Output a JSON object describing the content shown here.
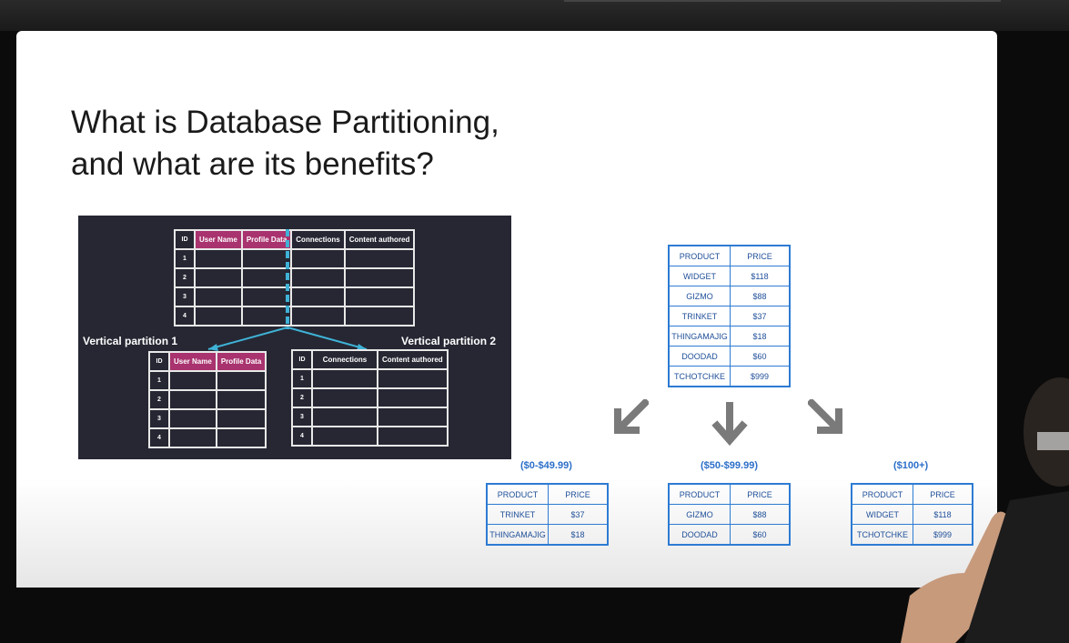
{
  "slide": {
    "title_line1": "What is Database Partitioning,",
    "title_line2": "and what are its benefits?"
  },
  "vertical_partition": {
    "source_headers": [
      "ID",
      "User Name",
      "Profile Data",
      "Connections",
      "Content authored"
    ],
    "source_ids": [
      "1",
      "2",
      "3",
      "4"
    ],
    "partition1_label": "Vertical partition 1",
    "partition2_label": "Vertical partition 2",
    "partition1_headers": [
      "ID",
      "User Name",
      "Profile Data"
    ],
    "partition2_headers": [
      "ID",
      "Connections",
      "Content authored"
    ],
    "ids": [
      "1",
      "2",
      "3",
      "4"
    ]
  },
  "price_table": {
    "headers": [
      "PRODUCT",
      "PRICE"
    ],
    "rows": [
      [
        "WIDGET",
        "$118"
      ],
      [
        "GIZMO",
        "$88"
      ],
      [
        "TRINKET",
        "$37"
      ],
      [
        "THINGAMAJIG",
        "$18"
      ],
      [
        "DOODAD",
        "$60"
      ],
      [
        "TCHOTCHKE",
        "$999"
      ]
    ]
  },
  "partitions": [
    {
      "range": "($0-$49.99)",
      "rows": [
        [
          "TRINKET",
          "$37"
        ],
        [
          "THINGAMAJIG",
          "$18"
        ]
      ]
    },
    {
      "range": "($50-$99.99)",
      "rows": [
        [
          "GIZMO",
          "$88"
        ],
        [
          "DOODAD",
          "$60"
        ]
      ]
    },
    {
      "range": "($100+)",
      "rows": [
        [
          "WIDGET",
          "$118"
        ],
        [
          "TCHOTCHKE",
          "$999"
        ]
      ]
    }
  ],
  "colors": {
    "accent_blue": "#2d7bd3",
    "pink_header": "#a8336e",
    "panel_bg": "#262733",
    "connector": "#3fb2d6"
  },
  "icons": {
    "arrow_left": "arrow-down-left-icon",
    "arrow_down": "arrow-down-icon",
    "arrow_right": "arrow-down-right-icon"
  }
}
